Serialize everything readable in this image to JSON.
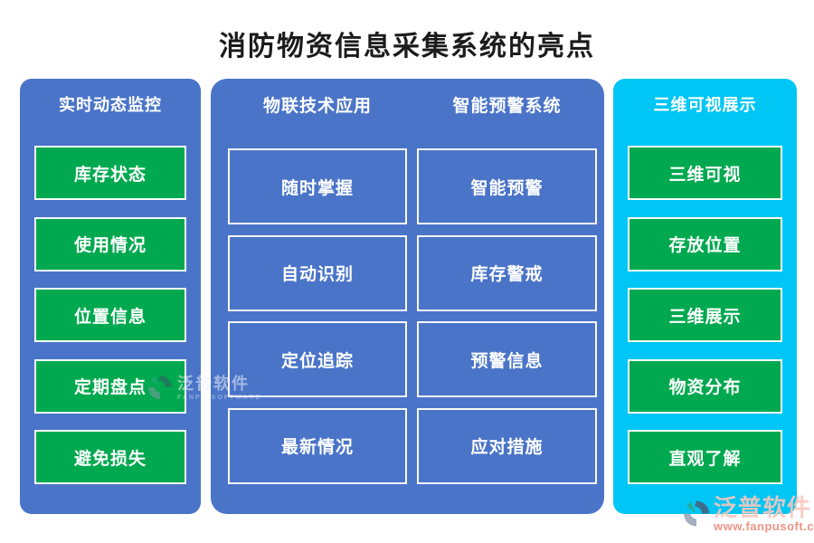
{
  "title": "消防物资信息采集系统的亮点",
  "colors": {
    "panel_blue": "#4a74c8",
    "panel_cyan": "#00c6f5",
    "button_green": "#00a94f",
    "text_white": "#ffffff",
    "title_black": "#1b1b1b",
    "brand_pink": "#eb8070"
  },
  "left_panel": {
    "header": "实时动态监控",
    "items": [
      "库存状态",
      "使用情况",
      "位置信息",
      "定期盘点",
      "避免损失"
    ]
  },
  "middle_panel": {
    "columns": [
      {
        "header": "物联技术应用",
        "items": [
          "随时掌握",
          "自动识别",
          "定位追踪",
          "最新情况"
        ]
      },
      {
        "header": "智能预警系统",
        "items": [
          "智能预警",
          "库存警戒",
          "预警信息",
          "应对措施"
        ]
      }
    ]
  },
  "right_panel": {
    "header": "三维可视展示",
    "items": [
      "三维可视",
      "存放位置",
      "三维展示",
      "物资分布",
      "直观了解"
    ]
  },
  "watermark": {
    "brand": "泛普软件",
    "subtitle": "FANPU SOFTWARE"
  },
  "logo": {
    "brand": "泛普软件",
    "url": "www.fanpusoft.com"
  }
}
